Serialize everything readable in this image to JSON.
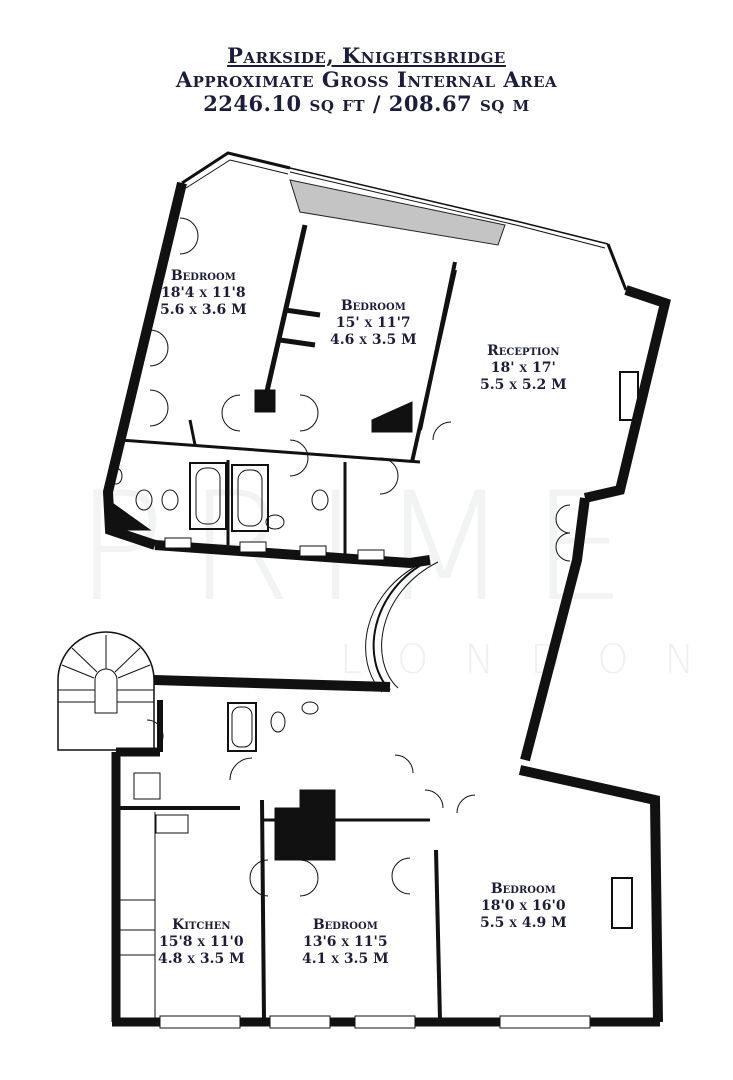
{
  "header": {
    "property_name": "Parkside, Knightsbridge",
    "area_heading": "Approximate Gross Internal Area",
    "area_value": "2246.10 sq ft / 208.67 sq m"
  },
  "watermark": {
    "brand": "PRIME",
    "city": "LONDON"
  },
  "colors": {
    "title": "#1c1c3c",
    "wall": "#111111",
    "balcony": "#c4c4c4",
    "watermark": "#f0f2f2"
  },
  "rooms": [
    {
      "name": "Bedroom",
      "imperial": "18'4 x 11'8",
      "metric": "5.6 x 3.6 M"
    },
    {
      "name": "Bedroom",
      "imperial": "15' x 11'7",
      "metric": "4.6 x 3.5 M"
    },
    {
      "name": "Reception",
      "imperial": "18' x 17'",
      "metric": "5.5 x 5.2 M"
    },
    {
      "name": "Kitchen",
      "imperial": "15'8 x 11'0",
      "metric": "4.8 x 3.5 M"
    },
    {
      "name": "Bedroom",
      "imperial": "13'6 x 11'5",
      "metric": "4.1 x 3.5 M"
    },
    {
      "name": "Bedroom",
      "imperial": "18'0 x 16'0",
      "metric": "5.5 x 4.9 M"
    }
  ]
}
